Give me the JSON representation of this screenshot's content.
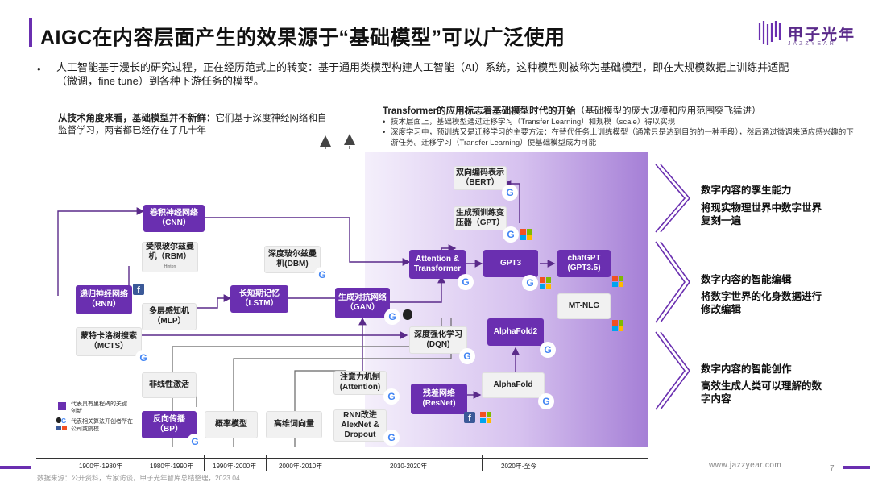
{
  "title": "AIGC在内容层面产生的效果源于“基础模型”可以广泛使用",
  "logo": {
    "cn": "甲子光年",
    "en": "JAZZYEAR"
  },
  "intro": "人工智能基于漫长的研究过程，正在经历范式上的转变：基于通用类模型构建人工智能（AI）系统，这种模型则被称为基础模型，即在大规模数据上训练并适配（微调，fine tune）到各种下游任务的模型。",
  "left_note": {
    "bold": "从技术角度来看，基础模型并不新鲜：",
    "text": "它们基于深度神经网络和自监督学习，两者都已经存在了几十年"
  },
  "transformer": {
    "head": "Transformer的应用标志着基础模型时代的开始",
    "head_note": "（基础模型的庞大规模和应用范围突飞猛进）",
    "items": [
      "技术层面上，基础模型通过迁移学习（Transfer Learning）和规模（scale）得以实现",
      "深度学习中，预训练又是迁移学习的主要方法：在替代任务上训练模型（通常只是达到目的的一种手段），然后通过微调来适应感兴趣的下游任务。迁移学习（Transfer Learning）使基础模型成为可能"
    ]
  },
  "nodes": {
    "cnn": "卷积神经网络（CNN）",
    "rbm": "受限玻尔兹曼机（RBM）",
    "rbm_sub": "Hinton",
    "dbm": "深度玻尔兹曼机(DBM)",
    "rnn": "递归神经网络（RNN）",
    "mlp": "多层感知机（MLP）",
    "lstm": "长短期记忆（LSTM）",
    "gan": "生成对抗网络（GAN）",
    "mcts": "蒙特卡洛树搜索（MCTS）",
    "nonlinear": "非线性激活",
    "bp": "反向传播（BP）",
    "prob": "概率模型",
    "highdim": "高维词向量",
    "attention": "注意力机制(Attention)",
    "rnn_improve": "RNN改进AlexNet & Dropout",
    "resnet": "残差网络(ResNet)",
    "alphafold": "AlphaFold",
    "alphafold2": "AlphaFold2",
    "dqn": "深度强化学习(DQN)",
    "transformer": "Attention & Transformer",
    "bert": "双向编码表示（BERT）",
    "gpt": "生成预训练变压器（GPT）",
    "gpt3": "GPT3",
    "chatgpt": "chatGPT (GPT3.5)",
    "mtnlg": "MT-NLG"
  },
  "right_side": [
    {
      "title": "数字内容的孪生能力",
      "desc": "将现实物理世界中数字世界复刻一遍"
    },
    {
      "title": "数字内容的智能编辑",
      "desc": "将数字世界的化身数据进行修改编辑"
    },
    {
      "title": "数字内容的智能创作",
      "desc": "高效生成人类可以理解的数字内容"
    }
  ],
  "legend": {
    "item1": "代表具有里程碑的关键创新",
    "item2": "代表相关算法开创者所在公司或院校"
  },
  "timeline": [
    "1900年-1980年",
    "1980年-1990年",
    "1990年-2000年",
    "2000年-2010年",
    "2010-2020年",
    "2020年-至今"
  ],
  "footer": {
    "source": "数据来源：公开资料，专家访谈，甲子光年智库总结整理，2023.04",
    "website": "www.jazzyear.com",
    "page": "7"
  },
  "colors": {
    "accent": "#6a2fb0"
  }
}
